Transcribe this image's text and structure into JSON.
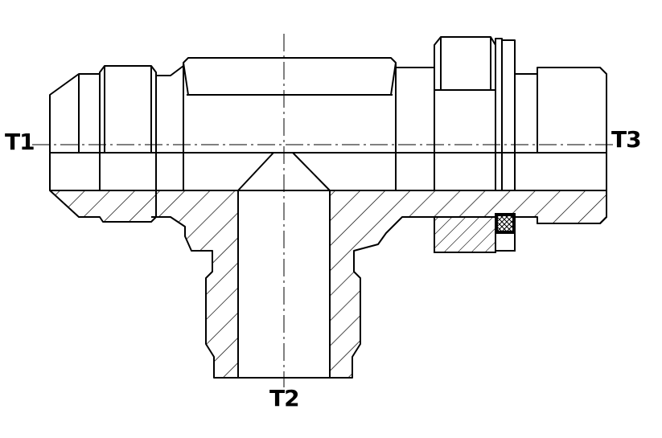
{
  "ports": {
    "t1": "T1",
    "t2": "T2",
    "t3": "T3"
  },
  "colors": {
    "stroke": "#000000",
    "background": "#ffffff"
  }
}
